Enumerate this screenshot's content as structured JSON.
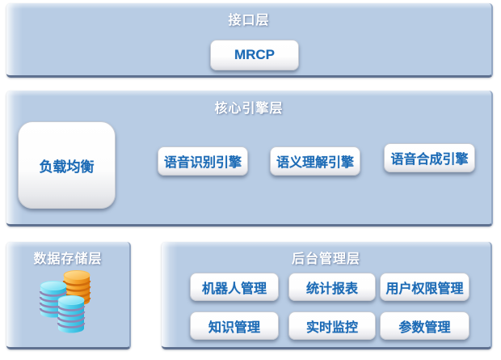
{
  "layers": {
    "interface": {
      "title": "接口层",
      "mrcp_label": "MRCP"
    },
    "core_engine": {
      "title": "核心引擎层",
      "load_balancer_label": "负载均衡",
      "engines": [
        "语音识别引擎",
        "语义理解引擎",
        "语音合成引擎"
      ]
    },
    "data_storage": {
      "title": "数据存储层",
      "icon": "database-icon"
    },
    "backend_management": {
      "title": "后台管理层",
      "buttons": [
        "机器人管理",
        "统计报表",
        "用户权限管理",
        "知识管理",
        "实时监控",
        "参数管理"
      ]
    }
  },
  "colors": {
    "panel_fill": "#b8cce4",
    "panel_edge_dark": "#5f7190",
    "button_text_blue": "#1b6ab5",
    "title_text": "#ffffff",
    "db_cyan": "#3fc6e6",
    "db_orange": "#f59b21"
  }
}
